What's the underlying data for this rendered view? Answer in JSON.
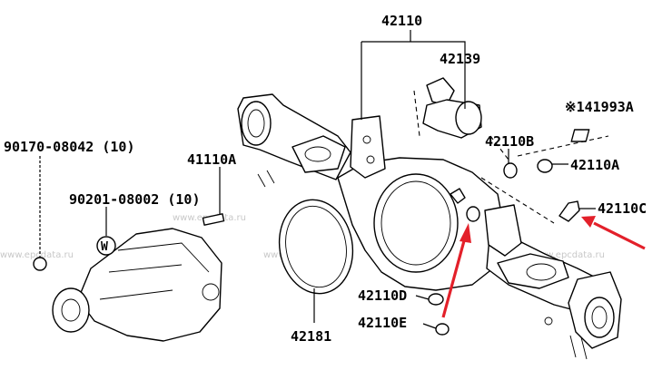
{
  "labels": {
    "main_housing": "42110",
    "bracket": "42139",
    "bolt_left": "90170-08042 (10)",
    "stud": "41110A",
    "washer_w": "90201-08002 (10)",
    "mark_w": "W",
    "plate": "※141993A",
    "plug_b": "42110B",
    "plug_a": "42110A",
    "breather_c": "42110C",
    "plug_d": "42110D",
    "plug_e": "42110E",
    "gasket": "42181"
  },
  "watermark": "www.epcdata.ru",
  "colors": {
    "ink": "#000000",
    "arrow": "#e3202a",
    "watermark": "#c8c8c8"
  }
}
